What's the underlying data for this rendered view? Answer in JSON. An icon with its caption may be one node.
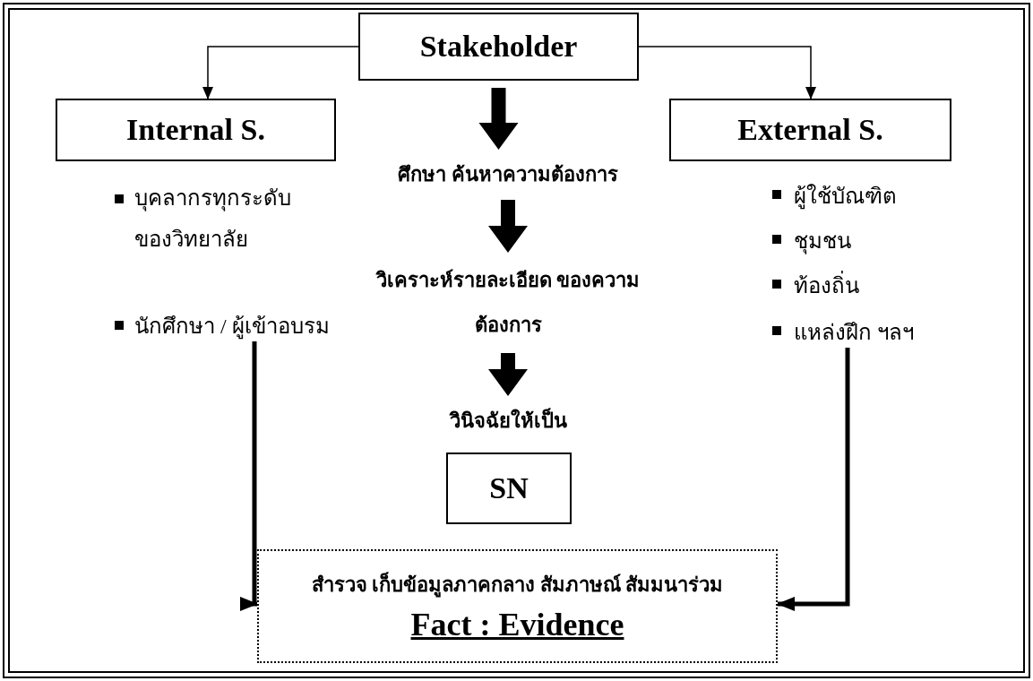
{
  "diagram": {
    "nodes": [
      {
        "text": [
          "Stakeholder"
        ]
      },
      {
        "text": [
          "Internal S."
        ]
      },
      {
        "text": [
          "External S."
        ]
      },
      {
        "text": [
          "ศึกษา ค้นหาความต้องการ"
        ]
      },
      {
        "text": [
          "วิเคราะห์รายละเอียด ของความต้องการ"
        ]
      },
      {
        "text": [
          "วินิจฉัยให้เป็น"
        ]
      },
      {
        "text": [
          "SN"
        ]
      },
      {
        "text": [
          "นักศึกษา / ผู้เข้าอบรม"
        ]
      },
      {
        "text": [
          "แหล่งฝึก ฯลฯ"
        ]
      },
      {
        "text": [
          "สำรวจ เก็บข้อมูลภาคกลาง สัมภาษณ์ สัมมนาร่วม",
          "Fact : Evidence"
        ]
      }
    ],
    "edges": [
      {
        "from": 0,
        "to": 1,
        "arrow": "to"
      },
      {
        "from": 0,
        "to": 2,
        "arrow": "to"
      },
      {
        "from": 0,
        "to": 3,
        "arrow": "to",
        "style": "thick"
      },
      {
        "from": 3,
        "to": 4,
        "arrow": "to",
        "style": "thick"
      },
      {
        "from": 4,
        "to": 5,
        "arrow": "to",
        "style": "thick"
      },
      {
        "from": 7,
        "to": 9,
        "arrow": "to",
        "style": "thick"
      },
      {
        "from": 8,
        "to": 9,
        "arrow": "to",
        "style": "thick"
      }
    ],
    "labels": [
      "บุคลากรทุกระดับ ของวิทยาลัย",
      "ผู้ใช้บัณฑิต",
      "ชุมชน",
      "ท้องถิ่น"
    ]
  }
}
